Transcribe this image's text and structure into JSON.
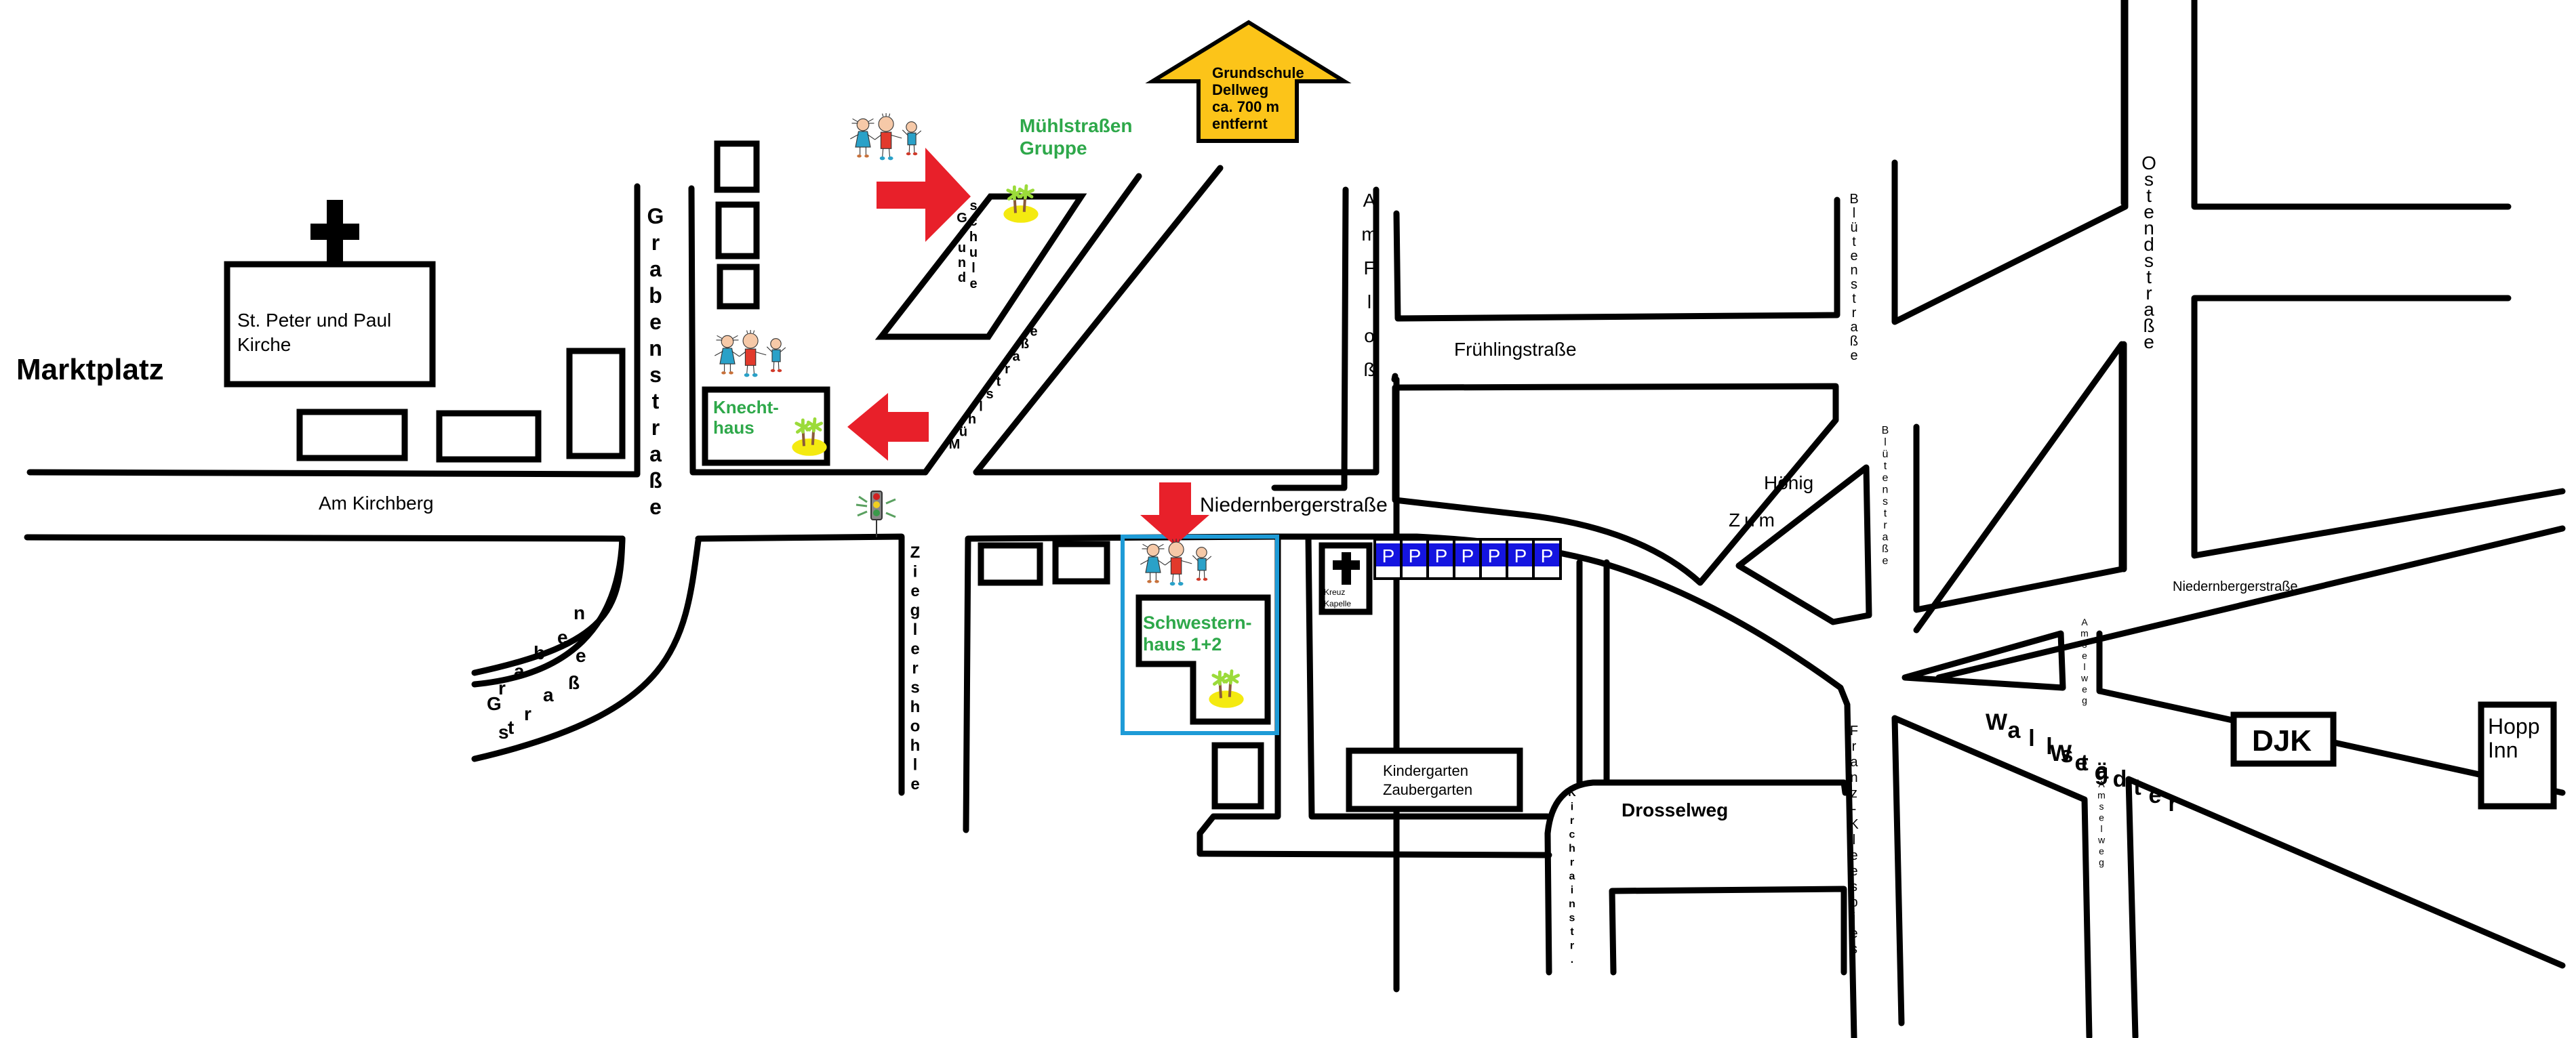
{
  "map": {
    "title_place": "Marktplatz",
    "colors": {
      "road": "#000000",
      "arrow_red": "#e8202a",
      "arrow_yellow": "#fcc419",
      "group_green": "#2ea84a",
      "property_blue": "#1e9bd7",
      "parking_blue": "#1515e0"
    },
    "landmarks": {
      "church": "St. Peter und Paul\nKirche",
      "church_line1": "St. Peter und Paul",
      "church_line2": "Kirche",
      "school_arrow_line1": "Grundschule",
      "school_arrow_line2": "Dellweg",
      "school_arrow_line3": "ca. 700 m",
      "school_arrow_line4": "entfernt",
      "kreuz_kapelle_line1": "Kreuz",
      "kreuz_kapelle_line2": "Kapelle",
      "kindergarten_line1": "Kindergarten",
      "kindergarten_line2": "Zaubergarten",
      "djk": "DJK",
      "hopp_inn_line1": "Hopp",
      "hopp_inn_line2": "Inn",
      "grundschule_vertical_1": "Grund",
      "grundschule_vertical_2": "schule"
    },
    "groups": [
      {
        "name_line1": "Mühlstraßen",
        "name_line2": "Gruppe"
      },
      {
        "name_line1": "Knecht-",
        "name_line2": "haus"
      },
      {
        "name_line1": "Schwestern-",
        "name_line2": "haus 1+2"
      }
    ],
    "parking": {
      "label": "P",
      "count": 7
    },
    "streets": {
      "am_kirchberg": "Am Kirchberg",
      "grabenstrasse": "Grabenstraße",
      "grabenstrasse_curve": "Grabenstraße",
      "ziegelershohle": "Zieglershohle",
      "muehlstrasse": "Mühlstraße",
      "niedernbergerstrasse": "Niedernbergerstraße",
      "niedernbergerstrasse_east": "Niedernbergerstraße",
      "am_floss": "Am Floß",
      "fruehlingstrasse": "Frühlingstraße",
      "bluetenstrasse_north": "Blütenstraße",
      "bluetenstrasse_south": "Blütenstraße",
      "zum_hoenig_1": "Hönig",
      "zum_hoenig_2": "Zum",
      "ostendstrasse": "Ostendstraße",
      "drosselweg": "Drosselweg",
      "kirchrainstr": "Kirchrainstr.",
      "franz_kleespies": "Franz-Kleespies",
      "amselweg_north": "Amselweg",
      "amselweg_south": "Amselweg",
      "wallstaedter_weg_1": "Wallstädter",
      "wallstaedter_weg_2": "Weg"
    }
  }
}
